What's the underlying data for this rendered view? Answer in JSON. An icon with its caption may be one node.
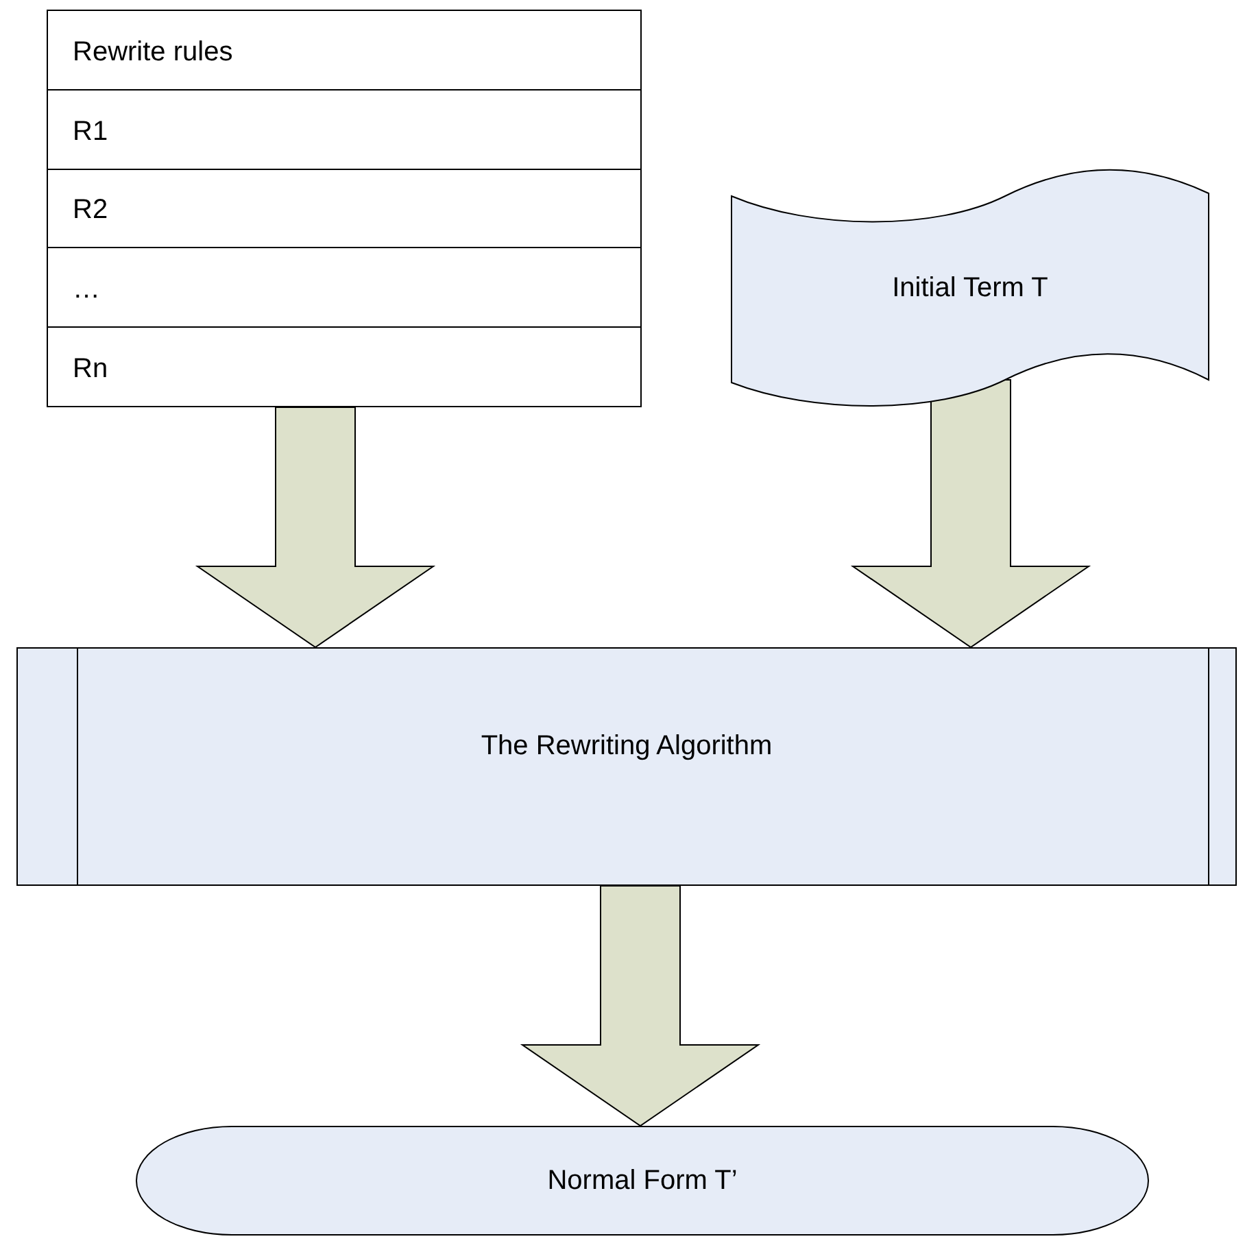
{
  "diagram": {
    "nodes": [
      {
        "text": [
          "Rewrite rules",
          "R1",
          "R2",
          "…",
          "Rn"
        ]
      },
      {
        "text": [
          "Initial Term T"
        ]
      },
      {
        "text": [
          "The Rewriting Algorithm"
        ]
      },
      {
        "text": [
          "Normal Form T’"
        ]
      }
    ],
    "edges": [
      {
        "from": 0,
        "to": 2,
        "arrow": "to",
        "style": "thick"
      },
      {
        "from": 1,
        "to": 2,
        "arrow": "to",
        "style": "thick"
      },
      {
        "from": 2,
        "to": 3,
        "arrow": "to",
        "style": "thick"
      }
    ]
  }
}
